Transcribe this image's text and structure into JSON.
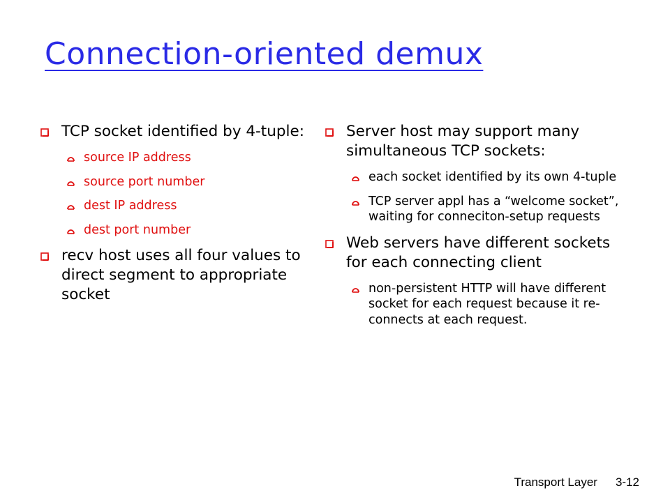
{
  "slide": {
    "title": "Connection-oriented demux",
    "accent_color": "#2a2ae6",
    "emphasis_color": "#e01010",
    "bullet_icon": "hollow-box-bullet-icon",
    "sub_bullet_icon": "semicircle-bullet-icon"
  },
  "left": {
    "b1": "TCP socket identified by 4-tuple:",
    "b1_items": [
      "source IP address",
      "source port number",
      "dest IP address",
      "dest port number"
    ],
    "b2": "recv host uses all four values to direct segment to appropriate socket"
  },
  "right": {
    "b1": "Server host may support many simultaneous TCP sockets:",
    "b1_items": [
      "each socket identified by its own 4-tuple",
      "TCP server appl has a “welcome socket”, waiting for conneciton-setup requests"
    ],
    "b2": "Web servers have different sockets for each connecting client",
    "b2_items": [
      "non-persistent HTTP will have different socket for each request because it re-connects at each request."
    ]
  },
  "footer": {
    "chapter": "Transport Layer",
    "page": "3-12"
  }
}
